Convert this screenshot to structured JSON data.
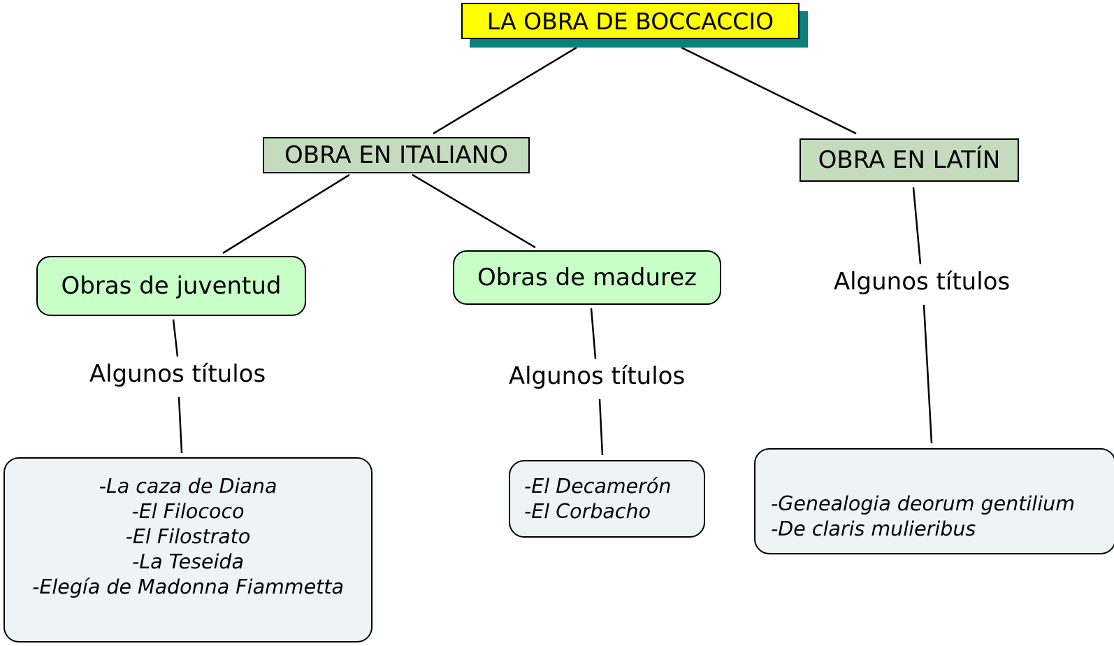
{
  "root": {
    "label": "LA OBRA DE BOCCACCIO"
  },
  "branches": {
    "italian": {
      "label": "OBRA EN ITALIANO"
    },
    "latin": {
      "label": "OBRA EN LATÍN"
    }
  },
  "periods": {
    "youth": {
      "label": "Obras de juventud"
    },
    "maturity": {
      "label": "Obras de madurez"
    }
  },
  "link_labels": {
    "youth_titles": "Algunos títulos",
    "maturity_titles": "Algunos títulos",
    "latin_titles": "Algunos títulos"
  },
  "titles": {
    "youth": [
      "-La caza de Diana",
      "-El Filococo",
      "-El Filostrato",
      "-La Teseida",
      "-Elegía de Madonna Fiammetta"
    ],
    "maturity": [
      "-El Decamerón",
      "-El Corbacho"
    ],
    "latin": [
      "-Genealogia deorum gentilium",
      "-De claris mulieribus"
    ]
  },
  "colors": {
    "root_fill": "#ffff00",
    "root_shadow": "#0a807a",
    "branch_fill": "#c4dbbd",
    "period_fill": "#c7ffc7",
    "titles_fill": "#eef3f6"
  }
}
